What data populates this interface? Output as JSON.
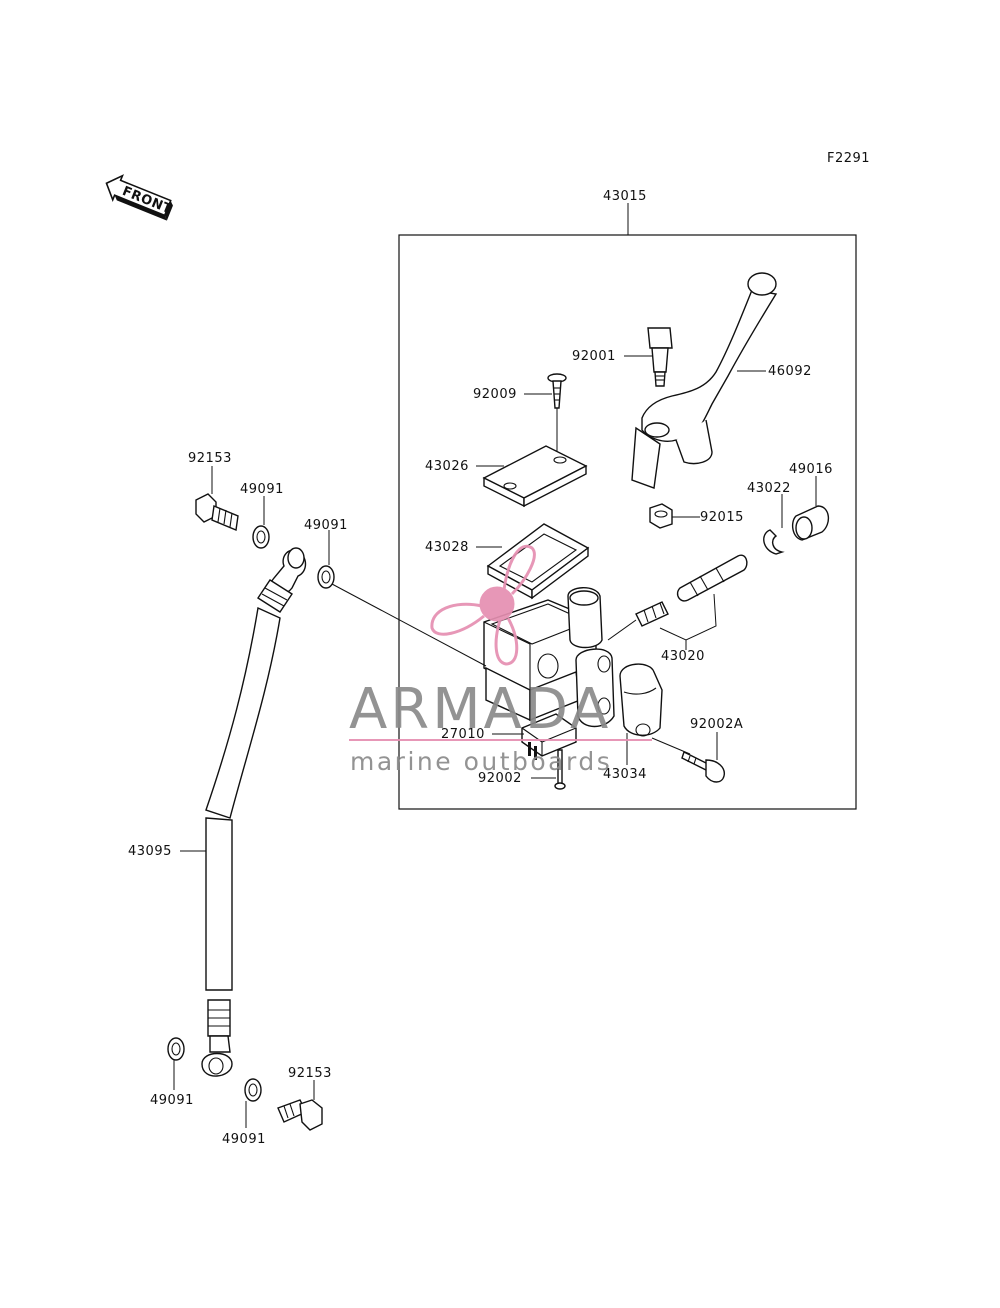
{
  "diagram": {
    "figure_code": "F2291",
    "front_label": "FRONT",
    "assembly_number": "43015",
    "parts": [
      {
        "id": "p-92001",
        "number": "92001"
      },
      {
        "id": "p-46092",
        "number": "46092"
      },
      {
        "id": "p-92009",
        "number": "92009"
      },
      {
        "id": "p-43026",
        "number": "43026"
      },
      {
        "id": "p-49016",
        "number": "49016"
      },
      {
        "id": "p-43022",
        "number": "43022"
      },
      {
        "id": "p-92015",
        "number": "92015"
      },
      {
        "id": "p-43028",
        "number": "43028"
      },
      {
        "id": "p-43020",
        "number": "43020"
      },
      {
        "id": "p-92002A",
        "number": "92002A"
      },
      {
        "id": "p-27010",
        "number": "27010"
      },
      {
        "id": "p-92002",
        "number": "92002"
      },
      {
        "id": "p-43034",
        "number": "43034"
      },
      {
        "id": "p-92153-top",
        "number": "92153"
      },
      {
        "id": "p-49091-a",
        "number": "49091"
      },
      {
        "id": "p-49091-b",
        "number": "49091"
      },
      {
        "id": "p-43095",
        "number": "43095"
      },
      {
        "id": "p-49091-c",
        "number": "49091"
      },
      {
        "id": "p-92153-bottom",
        "number": "92153"
      },
      {
        "id": "p-49091-d",
        "number": "49091"
      }
    ]
  },
  "watermark": {
    "brand": "ARMADA",
    "tagline": "marine outboards",
    "accent_color": "#e58fb1",
    "text_color": "#8a8a8a"
  }
}
